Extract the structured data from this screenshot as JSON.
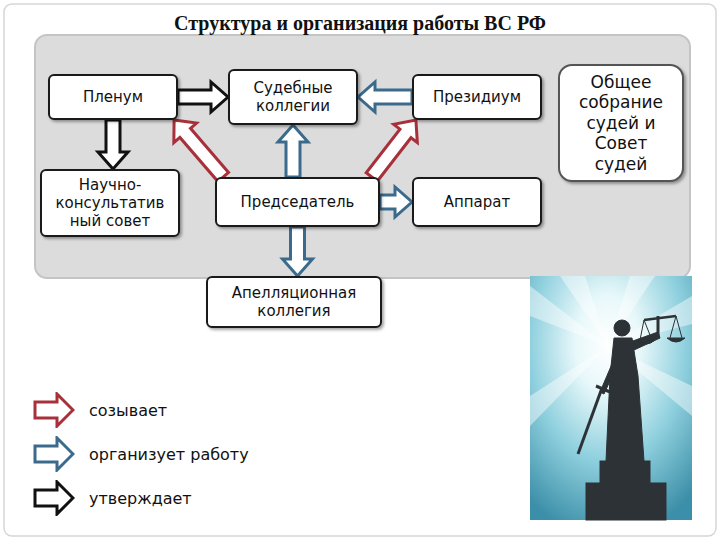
{
  "diagram": {
    "title": "Структура и организация работы ВС РФ",
    "nodes": [
      {
        "text": [
          "Пленум"
        ]
      },
      {
        "text": [
          "Судебные коллегии"
        ]
      },
      {
        "text": [
          "Президиум"
        ]
      },
      {
        "text": [
          "Общее собрание судей и Совет судей"
        ]
      },
      {
        "text": [
          "Научно- консультатив ный совет"
        ]
      },
      {
        "text": [
          "Председатель"
        ]
      },
      {
        "text": [
          "Аппарат"
        ]
      },
      {
        "text": [
          "Апелляционная коллегия"
        ]
      }
    ],
    "edges": [
      {
        "from": 0,
        "to": 1,
        "arrow": "to"
      },
      {
        "from": 0,
        "to": 4,
        "arrow": "to"
      },
      {
        "from": 2,
        "to": 1,
        "arrow": "to"
      },
      {
        "from": 5,
        "to": 0,
        "arrow": "to"
      },
      {
        "from": 5,
        "to": 1,
        "arrow": "to"
      },
      {
        "from": 5,
        "to": 2,
        "arrow": "to"
      },
      {
        "from": 5,
        "to": 6,
        "arrow": "to"
      },
      {
        "from": 5,
        "to": 7,
        "arrow": "to"
      }
    ],
    "legend": [
      {
        "text": "созывает",
        "color": "#a8303a"
      },
      {
        "text": "организует работу",
        "color": "#3b6b8c"
      },
      {
        "text": "утверждает",
        "color": "#111111"
      }
    ]
  }
}
